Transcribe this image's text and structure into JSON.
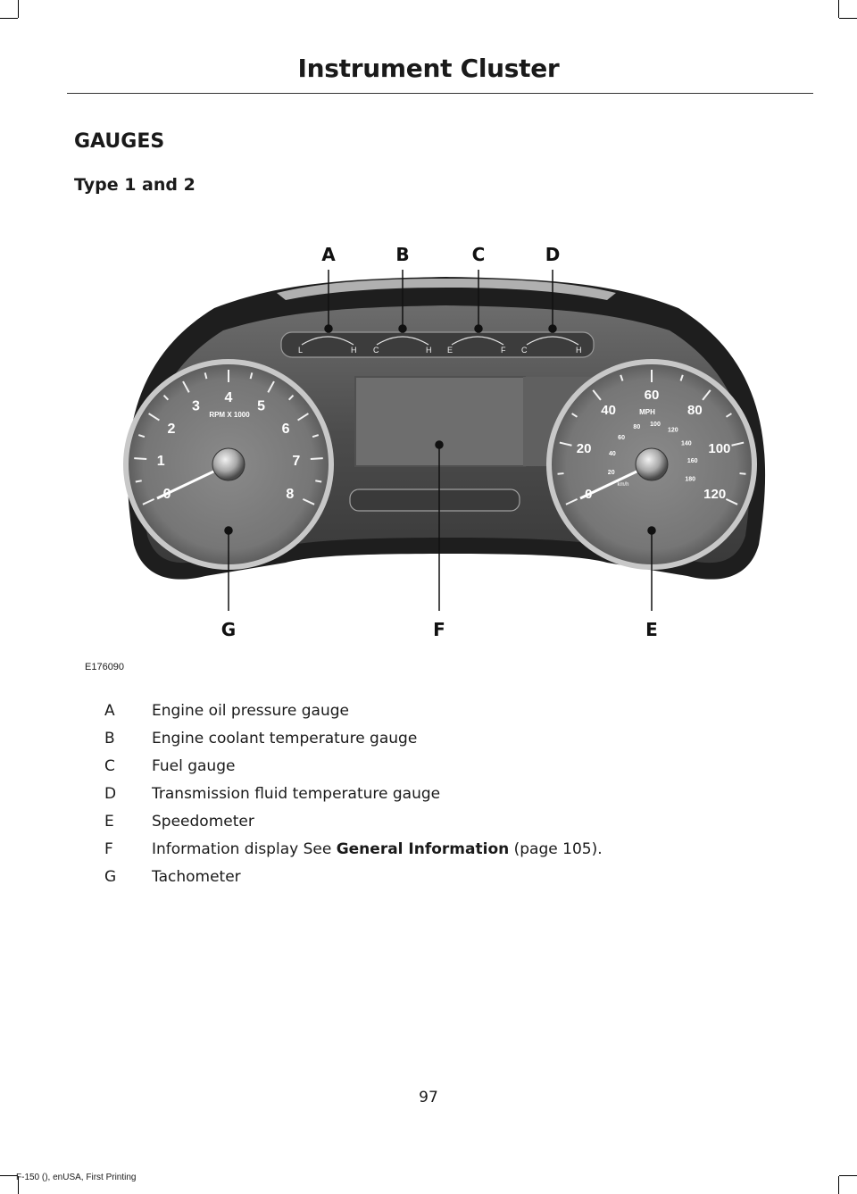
{
  "header": {
    "title": "Instrument Cluster"
  },
  "section": {
    "title": "GAUGES",
    "subtitle": "Type 1 and 2"
  },
  "figure": {
    "id": "E176090",
    "callouts": [
      "A",
      "B",
      "C",
      "D",
      "E",
      "F",
      "G"
    ],
    "small_gauges": [
      {
        "left": "L",
        "right": "H"
      },
      {
        "left": "C",
        "right": "H"
      },
      {
        "left": "E",
        "right": "F"
      },
      {
        "left": "C",
        "right": "H"
      }
    ],
    "tachometer": {
      "unit_label": "RPM X 1000",
      "ticks": [
        "0",
        "1",
        "2",
        "3",
        "4",
        "5",
        "6",
        "7",
        "8"
      ]
    },
    "speedometer": {
      "unit_label": "MPH",
      "inner_unit_label": "km/h",
      "ticks": [
        "0",
        "20",
        "40",
        "60",
        "80",
        "100",
        "120"
      ],
      "inner_ticks": [
        "20",
        "40",
        "60",
        "80",
        "100",
        "120",
        "140",
        "160",
        "180"
      ]
    }
  },
  "legend": [
    {
      "key": "A",
      "desc": "Engine oil pressure gauge"
    },
    {
      "key": "B",
      "desc": "Engine coolant temperature gauge"
    },
    {
      "key": "C",
      "desc": "Fuel gauge"
    },
    {
      "key": "D",
      "desc": "Transmission fluid temperature gauge"
    },
    {
      "key": "E",
      "desc": "Speedometer"
    },
    {
      "key": "F",
      "desc": "Information display  See ",
      "ref_bold": "General Information",
      "ref_tail": " (page 105)."
    },
    {
      "key": "G",
      "desc": "Tachometer"
    }
  ],
  "footer": {
    "page_number": "97",
    "edition": "F-150 (), enUSA, First Printing"
  }
}
